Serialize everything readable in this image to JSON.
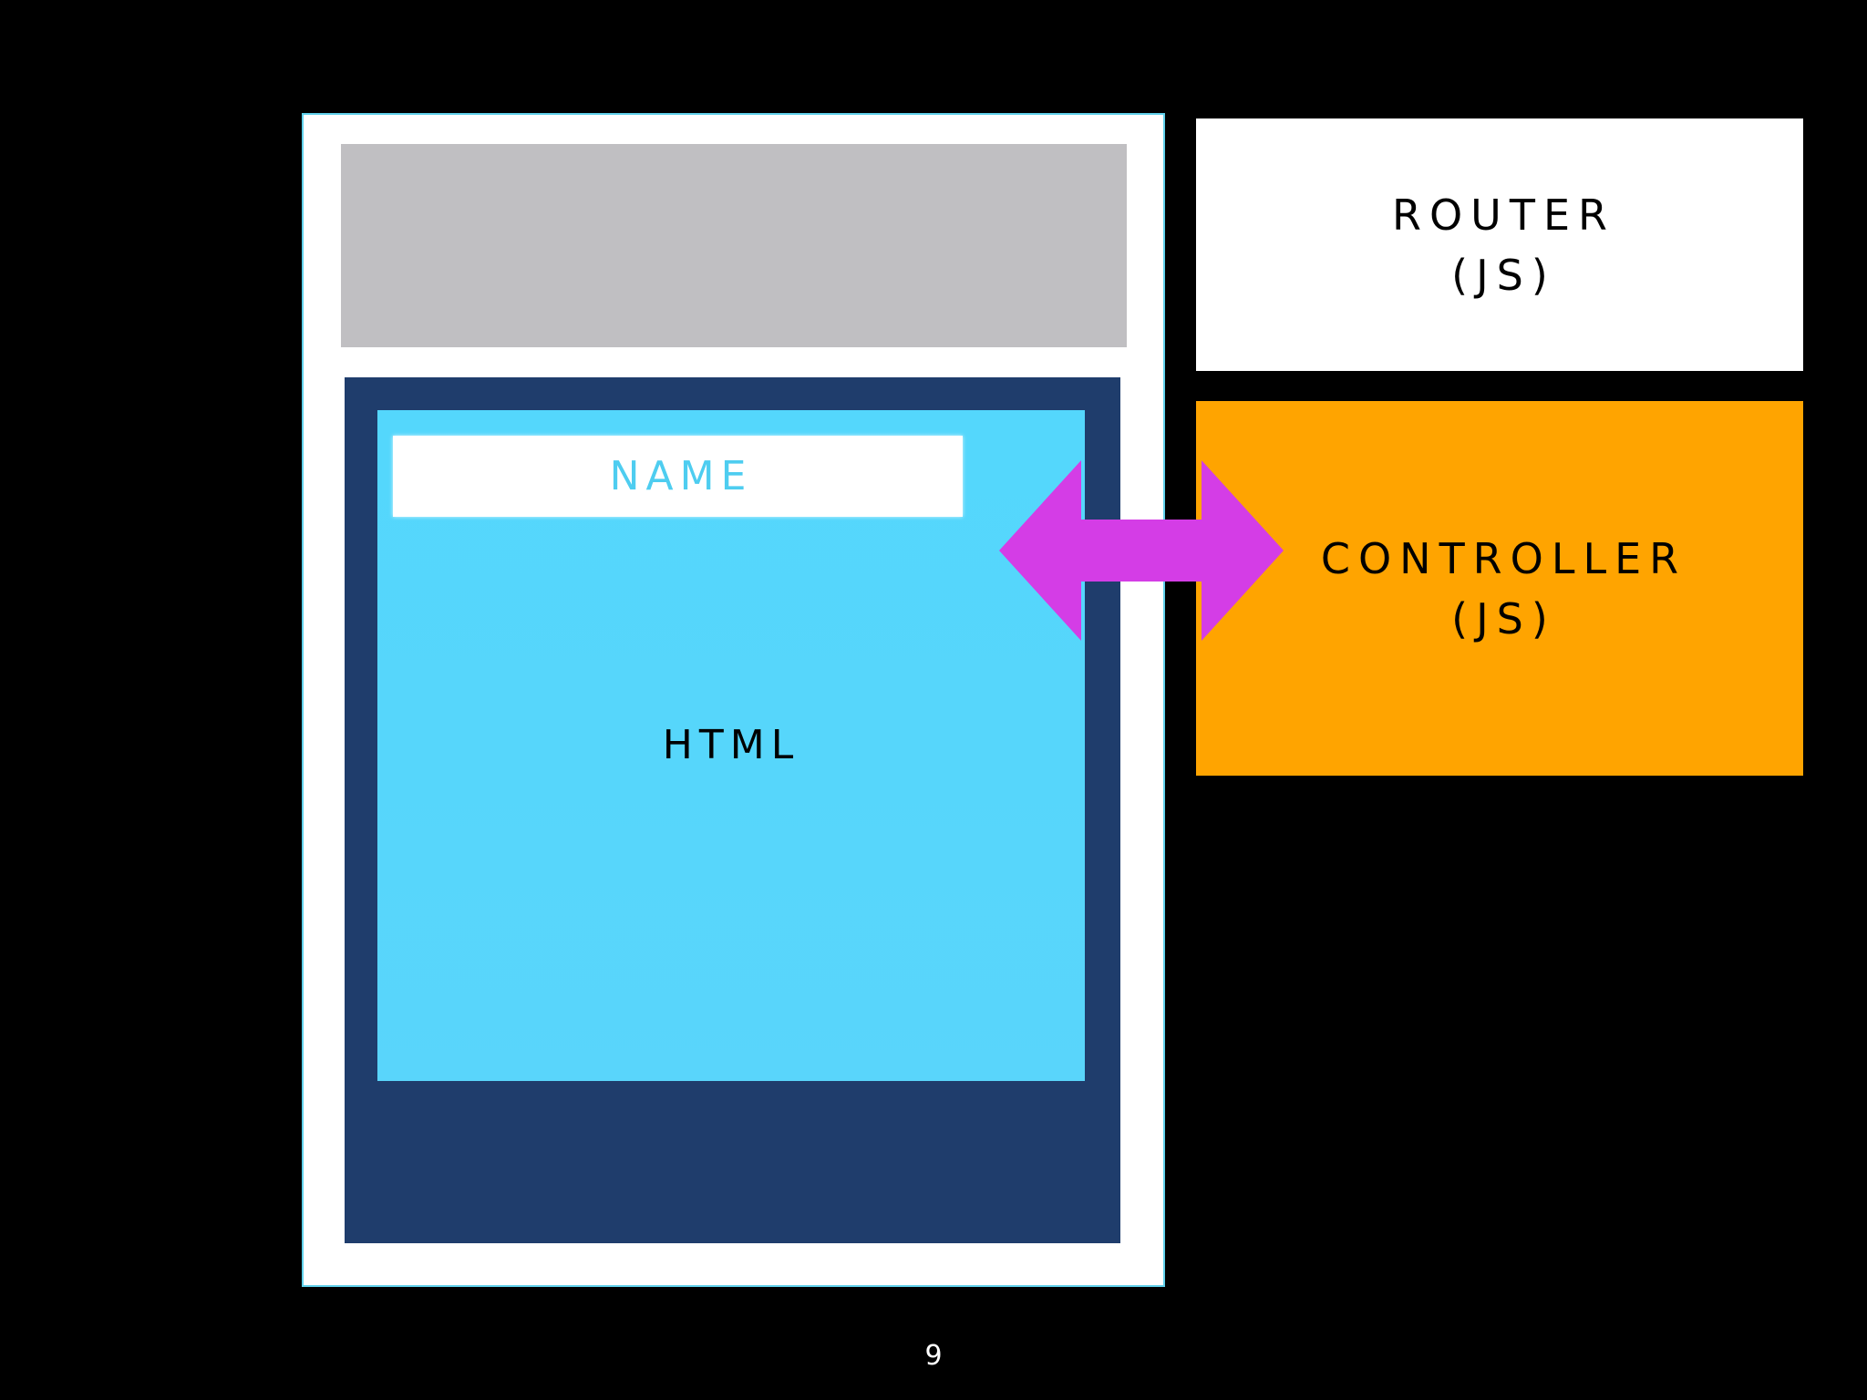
{
  "diagram": {
    "template": {
      "input_placeholder": "NAME",
      "label": "HTML"
    },
    "router": {
      "line1": "ROUTER",
      "line2": "(JS)"
    },
    "controller": {
      "line1": "CONTROLLER",
      "line2": "(JS)"
    },
    "arrow": {
      "icon": "double-arrow-icon",
      "color": "#d43de6"
    }
  },
  "colors": {
    "background": "#000000",
    "header_bar": "#c0bfc2",
    "view_container": "#1f3d6c",
    "template_area": "#54d7fc",
    "controller": "#ffa400",
    "router": "#ffffff"
  },
  "footer": {
    "page_number": "9"
  }
}
